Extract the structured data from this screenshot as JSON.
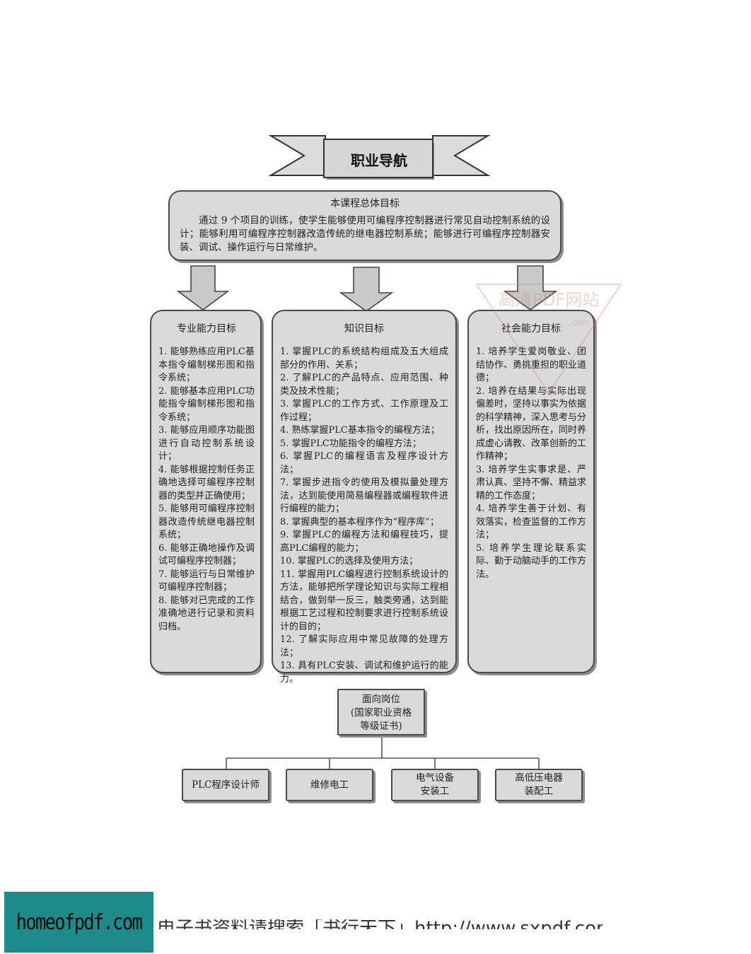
{
  "banner": {
    "title": "职业导航"
  },
  "overall": {
    "title": "本课程总体目标",
    "body": "通过 9 个项目的训练，使学生能够使用可编程序控制器进行常见自动控制系统的设计；能够利用可编程序控制器改造传统的继电器控制系统；能够进行可编程序控制器安装、调试、操作运行与日常维护。"
  },
  "columns": [
    {
      "title": "专业能力目标",
      "items": [
        "1. 能够熟练应用PLC基本指令编制梯形图和指令系统；",
        "2. 能够基本应用PLC功能指令编制梯形图和指令系统；",
        "3. 能够应用顺序功能图进行自动控制系统设计；",
        "4. 能够根据控制任务正确地选择可编程序控制器的类型并正确使用；",
        "5. 能够用可编程序控制器改造传统继电器控制系统；",
        "6. 能够正确地操作及调试可编程序控制器；",
        "7. 能够运行与日常维护可编程序控制器；",
        "8. 能够对已完成的工作准确地进行记录和资料归档。"
      ]
    },
    {
      "title": "知识目标",
      "items": [
        "1. 掌握PLC的系统结构组成及五大组成部分的作用、关系；",
        "2. 了解PLC的产品特点、应用范围、种类及技术性能；",
        "3. 掌握PLC的工作方式、工作原理及工作过程；",
        "4. 熟练掌握PLC基本指令的编程方法；",
        "5. 掌握PLC功能指令的编程方法；",
        "6. 掌握PLC的编程语言及程序设计方法；",
        "7. 掌握步进指令的使用及模拟量处理方法，达到能使用简易编程器或编程软件进行编程的能力；",
        "8. 掌握典型的基本程序作为“程序库”；",
        "9. 掌握PLC的编程方法和编程技巧，提高PLC编程的能力；",
        "10. 掌握PLC的选择及使用方法；",
        "11. 掌握用PLC编程进行控制系统设计的方法，能够把所学理论知识与实际工程相结合，做到举一反三，触类旁通，达到能根据工艺过程和控制要求进行控制系统设计的目的；",
        "12. 了解实际应用中常见故障的处理方法；",
        "13. 具有PLC安装、调试和维护运行的能力。"
      ]
    },
    {
      "title": "社会能力目标",
      "items": [
        "1. 培养学生爱岗敬业、团结协作、勇挑重担的职业道德；",
        "2. 培养在结果与实际出现偏差时，坚持以事实为依据的科学精神，深入思考与分析，找出原因所在，同时养成虚心请教、改革创新的工作精神；",
        "3. 培养学生实事求是、严肃认真、坚持不懈、精益求精的工作态度；",
        "4. 培养学生善于计划、有效落实，检查监督的工作方法；",
        "5. 培养学生理论联系实际、勤于动脑动手的工作方法。"
      ]
    }
  ],
  "posts": {
    "lines": [
      "面向岗位",
      "(国家职业资格",
      "等级证书)"
    ],
    "jobs": [
      [
        "PLC程序设计师"
      ],
      [
        "维修电工"
      ],
      [
        "电气设备",
        "安装工"
      ],
      [
        "高低压电器",
        "装配工"
      ]
    ]
  },
  "watermark": {
    "text": "高清PDF网站",
    "sub": ".com"
  },
  "logo": {
    "text": "homeofpdf.com"
  },
  "footer": {
    "text": "电子书资料请搜索「书行天下」http://www.sxpdf.com"
  },
  "colors": {
    "box_fill": "#dadada",
    "border": "#4a4a4a",
    "shadow": "#8e8e8e",
    "logo_bg": "#1e8a8a"
  }
}
